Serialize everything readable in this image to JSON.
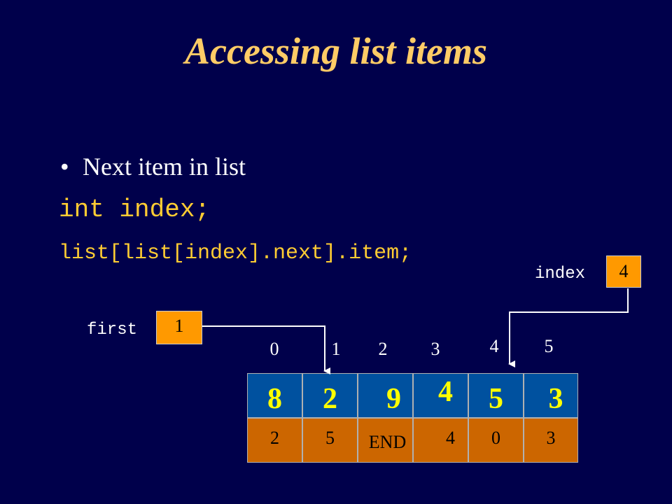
{
  "slide": {
    "title": "Accessing list items",
    "bullet": "Next item in list",
    "bullet_glyph": "•",
    "code_line_1": "int index;",
    "code_line_2": "list[list[index].next].item;"
  },
  "variables": {
    "first": {
      "label": "first",
      "value": "1"
    },
    "index": {
      "label": "index",
      "value": "4"
    }
  },
  "list": {
    "indices": [
      "0",
      "1",
      "2",
      "3",
      "4",
      "5"
    ],
    "items": [
      "8",
      "2",
      "9",
      "4",
      "5",
      "3"
    ],
    "next": [
      "2",
      "5",
      "END",
      "4",
      "0",
      "3"
    ]
  },
  "colors": {
    "background": "#00004b",
    "title": "#ffcc66",
    "code": "#ffcc33",
    "item_cell": "#00519f",
    "item_text": "#ffff00",
    "next_cell": "#cc6600",
    "variable_box": "#ff9900"
  }
}
